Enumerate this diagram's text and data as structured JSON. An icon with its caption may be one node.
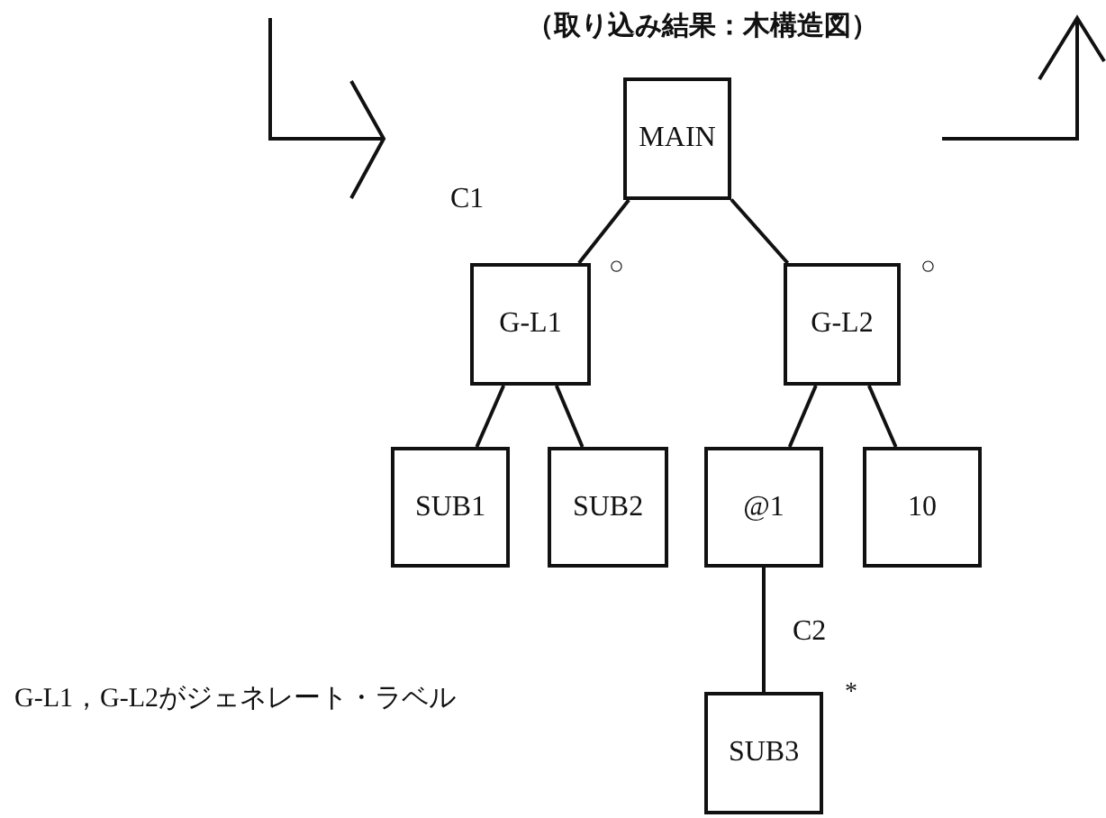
{
  "diagram": {
    "title": "（取り込み結果：木構造図）",
    "nodes": [
      {
        "text": [
          "MAIN"
        ]
      },
      {
        "text": [
          "G-L1"
        ],
        "beside": [
          "○"
        ]
      },
      {
        "text": [
          "G-L2"
        ],
        "beside": [
          "○"
        ]
      },
      {
        "text": [
          "SUB1"
        ]
      },
      {
        "text": [
          "SUB2"
        ]
      },
      {
        "text": [
          "@1"
        ]
      },
      {
        "text": [
          "10"
        ]
      },
      {
        "text": [
          "SUB3"
        ],
        "beside": [
          "*"
        ]
      }
    ],
    "edges": [
      {
        "from": 0,
        "to": 1,
        "arrow": "none",
        "label": "C1"
      },
      {
        "from": 0,
        "to": 2,
        "arrow": "none"
      },
      {
        "from": 1,
        "to": 3,
        "arrow": "none"
      },
      {
        "from": 1,
        "to": 4,
        "arrow": "none"
      },
      {
        "from": 2,
        "to": 5,
        "arrow": "none"
      },
      {
        "from": 2,
        "to": 6,
        "arrow": "none"
      },
      {
        "from": 5,
        "to": 7,
        "arrow": "none",
        "label": "C2"
      }
    ],
    "labels": [
      "G-L1，G-L2がジェネレート・ラベル"
    ]
  }
}
